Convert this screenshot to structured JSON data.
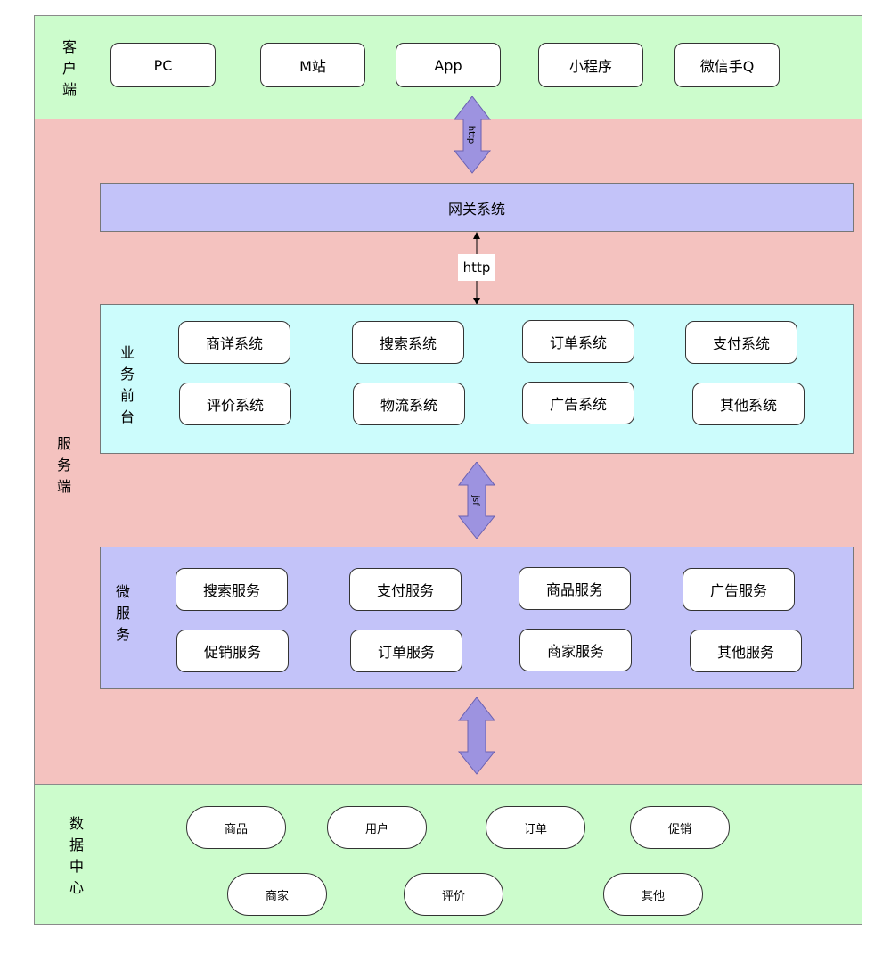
{
  "client": {
    "label": "客户端",
    "items": [
      "PC",
      "M站",
      "App",
      "小程序",
      "微信手Q"
    ]
  },
  "server": {
    "label": "服务端",
    "arrow_top_label": "http",
    "gateway": "网关系统",
    "gateway_link_label": "http",
    "frontend": {
      "label": "业务前台",
      "row1": [
        "商详系统",
        "搜索系统",
        "订单系统",
        "支付系统"
      ],
      "row2": [
        "评价系统",
        "物流系统",
        "广告系统",
        "其他系统"
      ]
    },
    "arrow_mid_label": "jsf",
    "micro": {
      "label": "微服务",
      "row1": [
        "搜索服务",
        "支付服务",
        "商品服务",
        "广告服务"
      ],
      "row2": [
        "促销服务",
        "订单服务",
        "商家服务",
        "其他服务"
      ]
    }
  },
  "data_center": {
    "label": "数据中心",
    "row1": [
      "商品",
      "用户",
      "订单",
      "促销"
    ],
    "row2": [
      "商家",
      "评价",
      "其他"
    ]
  },
  "colors": {
    "client_bg": "#ccfccc",
    "server_bg": "#f4c2bf",
    "gateway_bg": "#c3c3f9",
    "frontend_bg": "#ccfcfc",
    "micro_bg": "#c3c3f9",
    "data_bg": "#ccfccc",
    "arrow_fill": "#9d93e0"
  }
}
